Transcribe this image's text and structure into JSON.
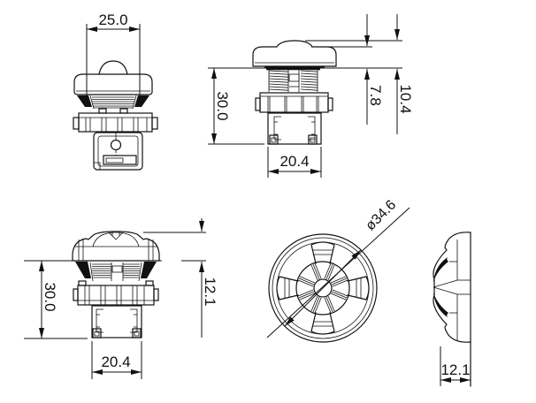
{
  "dimensions": {
    "front_domed": {
      "cap_width": "25.0"
    },
    "side_domed": {
      "mount_depth": "30.0",
      "body_width": "20.4",
      "rim_height": "7.8",
      "cap_height": "10.4"
    },
    "front_scalloped": {
      "mount_depth": "30.0",
      "body_width": "20.4",
      "cap_height": "12.1"
    },
    "top_scalloped": {
      "cap_diameter": "ø34.6"
    },
    "profile_scalloped": {
      "cap_height": "12.1"
    }
  },
  "colors": {
    "line": "#111111",
    "background": "#ffffff"
  }
}
